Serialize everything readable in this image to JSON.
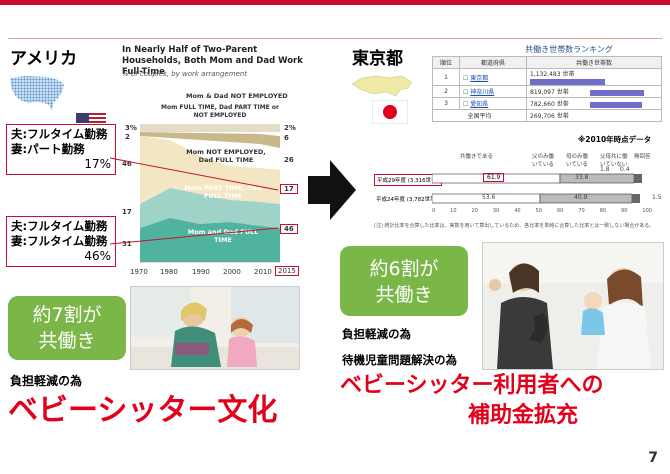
{
  "headings": {
    "usa": "アメリカ",
    "tokyo": "東京都"
  },
  "us_chart": {
    "title": "In Nearly Half of Two-Parent Households, Both Mom and Dad Work Full-Time",
    "subtitle": "% of couples, by work arrangement",
    "series_labels": {
      "not_employed": "Mom & Dad NOT EMPLOYED",
      "mom_ft_dad_pt": "Mom FULL TIME, Dad PART TIME or NOT EMPLOYED",
      "mom_ne_dad_ft": "Mom NOT EMPLOYED, Dad FULL TIME",
      "mom_pt_dad_ft": "Mom PART TIME, Dad FULL TIME",
      "both_ft": "Mom and Dad FULL TIME"
    },
    "left_values": [
      "3%",
      "2",
      "46",
      "17",
      "31"
    ],
    "right_values": [
      "2%",
      "6",
      "26",
      "17",
      "46"
    ],
    "x_ticks": [
      "1970",
      "1980",
      "1990",
      "2000",
      "2010",
      "2015"
    ]
  },
  "chart_data": {
    "type": "area",
    "title": "In Nearly Half of Two-Parent Households, Both Mom and Dad Work Full-Time",
    "subtitle": "% of couples, by work arrangement",
    "x": [
      1970,
      2015
    ],
    "ylim": [
      0,
      100
    ],
    "series": [
      {
        "name": "Mom and Dad FULL TIME",
        "values": [
          31,
          46
        ]
      },
      {
        "name": "Mom PART TIME, Dad FULL TIME",
        "values": [
          17,
          17
        ]
      },
      {
        "name": "Mom NOT EMPLOYED, Dad FULL TIME",
        "values": [
          46,
          26
        ]
      },
      {
        "name": "Mom FULL TIME, Dad PART TIME or NOT EMPLOYED",
        "values": [
          2,
          6
        ]
      },
      {
        "name": "Mom & Dad NOT EMPLOYED",
        "values": [
          3,
          2
        ]
      }
    ]
  },
  "callouts": {
    "box1": {
      "line1": "夫:フルタイム勤務",
      "line2": "妻:パート勤務",
      "pct": "17%"
    },
    "box2": {
      "line1": "夫:フルタイム勤務",
      "line2": "妻:フルタイム勤務",
      "pct": "46%"
    }
  },
  "us_bottom": {
    "green_line1": "約7割が",
    "green_line2": "共働き",
    "reason": "負担軽減の為",
    "culture": "ベビーシッター文化"
  },
  "ranking": {
    "title": "共働き世帯数ランキング",
    "headers": [
      "順位",
      "都道府県",
      "共働き世帯数"
    ],
    "rows": [
      {
        "rank": "1",
        "pref": "東京都",
        "value": "1,132,483 世帯",
        "bar": 1.0
      },
      {
        "rank": "2",
        "pref": "神奈川県",
        "value": "819,097 世帯",
        "bar": 0.72
      },
      {
        "rank": "3",
        "pref": "愛知県",
        "value": "782,660 世帯",
        "bar": 0.69
      }
    ],
    "avg_label": "全国平均",
    "avg_value": "269,706 世帯",
    "note": "※2010年時点データ"
  },
  "survey": {
    "legend": [
      "共働きである",
      "父のみ働いている",
      "母のみ働いている",
      "父母共に働いていない",
      "無回答"
    ],
    "rows": [
      {
        "label": "平成29年度 (3,316世帯)",
        "value": "61.9"
      },
      {
        "label": "平成24年度 (3,782世帯)",
        "value": "53.6"
      }
    ],
    "row_extra": [
      "33.8",
      "1.8",
      "0.4",
      "40.9",
      "1.5"
    ],
    "axis": [
      "0",
      "10",
      "20",
      "30",
      "40",
      "50",
      "60",
      "70",
      "80",
      "90",
      "100"
    ],
    "footnote": "(注) 統計比率を合算した比率は、実数を用いて算出しているため、各比率を単純に合算した比率とは一致しない場合がある。"
  },
  "tokyo_bottom": {
    "green_line1": "約6割が",
    "green_line2": "共働き",
    "reason1": "負担軽減の為",
    "reason2": "待機児童問題解決の為",
    "policy1": "ベビーシッター利用者への",
    "policy2": "補助金拡充"
  },
  "page_number": "7",
  "colors": {
    "accent": "#c8102e",
    "green": "#7ab648",
    "red_text": "#e3001b"
  }
}
